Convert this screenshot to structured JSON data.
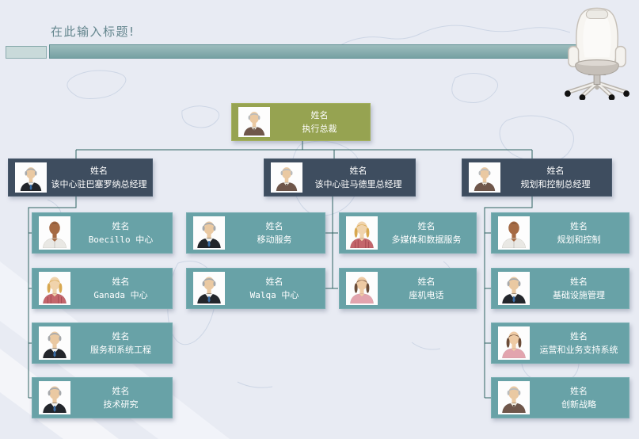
{
  "header": {
    "title": "在此输入标题!"
  },
  "palette": {
    "background": "#e8ebf3",
    "title_text": "#63858d",
    "title_bar": "#84acae",
    "ceo_box": "#96a351",
    "manager_box": "#3e4d5f",
    "staff_box": "#68a2a7",
    "connector_line": "#2e6362"
  },
  "decor": {
    "chair_icon": "office-chair-illustration",
    "map_icon": "world-map-outline"
  },
  "org": {
    "ceo": {
      "line1": "姓名",
      "line2": "执行总裁",
      "avatar": "elder-man-brown-suit-portrait"
    },
    "managers": [
      {
        "line1": "姓名",
        "line2": "该中心驻巴塞罗纳总经理",
        "avatar": "grey-hair-man-black-suit-portrait"
      },
      {
        "line1": "姓名",
        "line2": "该中心驻马德里总经理",
        "avatar": "elder-man-brown-suit-portrait"
      },
      {
        "line1": "姓名",
        "line2": "规划和控制总经理",
        "avatar": "elder-man-brown-suit-portrait"
      }
    ],
    "barcelona_children": [
      {
        "line1": "姓名",
        "line2": "Boecillo 中心",
        "avatar": "dark-skin-man-white-shirt-portrait"
      },
      {
        "line1": "姓名",
        "line2": "Ganada 中心",
        "avatar": "blonde-woman-red-top-portrait"
      },
      {
        "line1": "姓名",
        "line2": "服务和系统工程",
        "avatar": "grey-hair-man-black-suit-portrait"
      },
      {
        "line1": "姓名",
        "line2": "技术研究",
        "avatar": "grey-hair-man-black-suit-portrait"
      }
    ],
    "madrid_children_left": [
      {
        "line1": "姓名",
        "line2": "移动服务",
        "avatar": "grey-hair-man-black-suit-portrait"
      },
      {
        "line1": "姓名",
        "line2": "Walqa 中心",
        "avatar": "grey-hair-man-black-suit-portrait"
      }
    ],
    "madrid_children_right": [
      {
        "line1": "姓名",
        "line2": "多媒体和数据服务",
        "avatar": "blonde-woman-red-top-portrait"
      },
      {
        "line1": "姓名",
        "line2": "座机电话",
        "avatar": "brown-hair-woman-pink-top-portrait"
      }
    ],
    "planning_children": [
      {
        "line1": "姓名",
        "line2": "规划和控制",
        "avatar": "dark-skin-man-white-shirt-portrait"
      },
      {
        "line1": "姓名",
        "line2": "基础设施管理",
        "avatar": "grey-hair-man-black-suit-portrait"
      },
      {
        "line1": "姓名",
        "line2": "运营和业务支持系统",
        "avatar": "brown-hair-woman-pink-top-portrait"
      },
      {
        "line1": "姓名",
        "line2": "创新战略",
        "avatar": "elder-man-brown-suit-portrait"
      }
    ]
  }
}
